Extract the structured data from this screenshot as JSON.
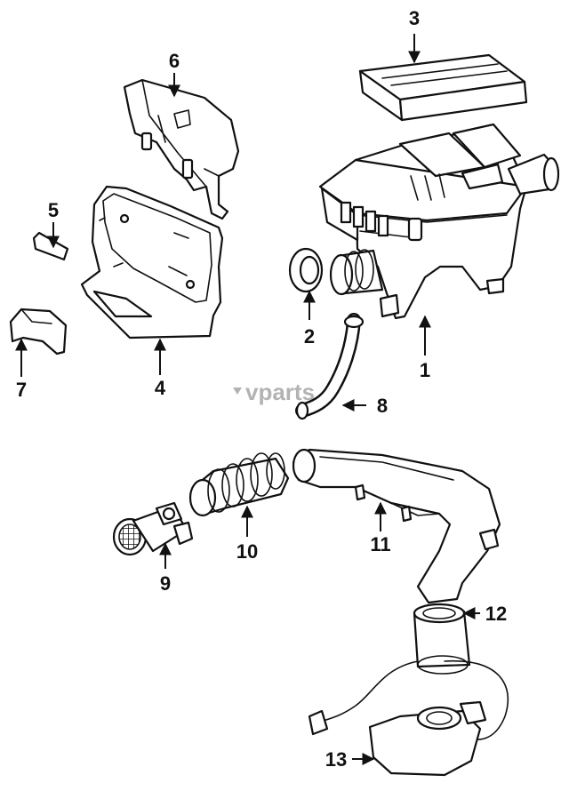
{
  "watermark": "vparts",
  "callouts": [
    {
      "id": "1",
      "label": "1"
    },
    {
      "id": "2",
      "label": "2"
    },
    {
      "id": "3",
      "label": "3"
    },
    {
      "id": "4",
      "label": "4"
    },
    {
      "id": "5",
      "label": "5"
    },
    {
      "id": "6",
      "label": "6"
    },
    {
      "id": "7",
      "label": "7"
    },
    {
      "id": "8",
      "label": "8"
    },
    {
      "id": "9",
      "label": "9"
    },
    {
      "id": "10",
      "label": "10"
    },
    {
      "id": "11",
      "label": "11"
    },
    {
      "id": "12",
      "label": "12"
    },
    {
      "id": "13",
      "label": "13"
    }
  ]
}
